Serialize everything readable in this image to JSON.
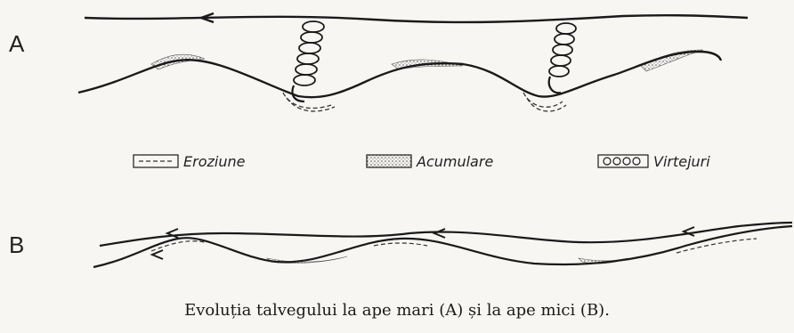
{
  "panels": [
    {
      "id": "A",
      "label": "A"
    },
    {
      "id": "B",
      "label": "B"
    }
  ],
  "legend": {
    "erosion": {
      "label": "Eroziune"
    },
    "accumulation": {
      "label": "Acumulare"
    },
    "vortices": {
      "label": "Virtejuri"
    }
  },
  "caption": "Evoluția talvegului la ape mari (A) și la ape mici (B).",
  "colors": {
    "ink": "#1a1a1a",
    "background": "#f7f6f3",
    "hatch": "#555555"
  }
}
